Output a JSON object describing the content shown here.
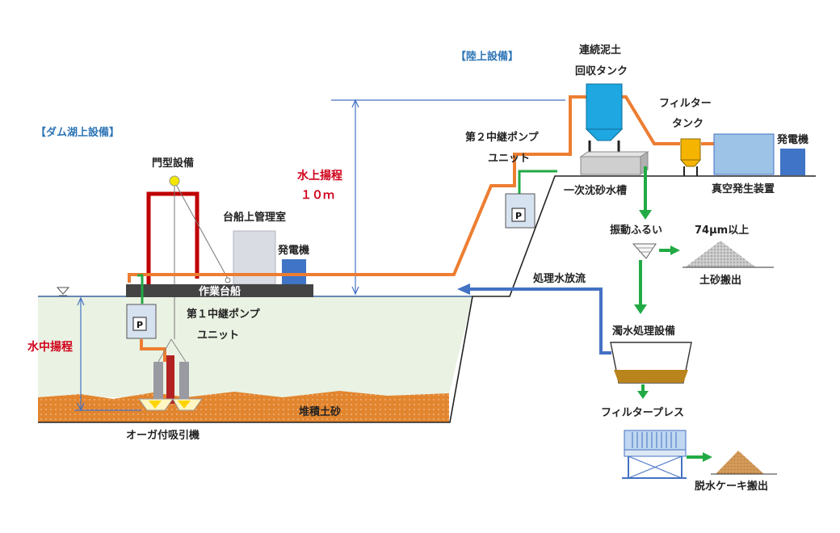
{
  "headings": {
    "dam_lake": "【ダム湖上設備】",
    "land": "【陸上設備】"
  },
  "labels": {
    "gate_frame": "門型設備",
    "barge_control_room": "台船上管理室",
    "generator_barge": "発電機",
    "work_barge": "作業台船",
    "pump1_line1": "第１中継ポンプ",
    "pump1_line2": "ユニット",
    "pump2_line1": "第２中継ポンプ",
    "pump2_line2": "ユニット",
    "pump_symbol": "P",
    "head_above_line1": "水上揚程",
    "head_above_line2": "１０ｍ",
    "head_under": "水中揚程",
    "sediment": "堆積土砂",
    "auger": "オーガ付吸引機",
    "continuous_tank_line1": "連続泥土",
    "continuous_tank_line2": "回収タンク",
    "filter_tank_line1": "フィルター",
    "filter_tank_line2": "タンク",
    "generator_land": "発電機",
    "primary_settling": "一次沈砂水槽",
    "vacuum_unit": "真空発生装置",
    "vibrating_screen": "振動ふるい",
    "over_74um": "74μm以上",
    "soil_out": "土砂搬出",
    "treated_water_discharge": "処理水放流",
    "turbid_treatment": "濁水処理設備",
    "filter_press": "フィルタープレス",
    "cake_out": "脱水ケーキ搬出"
  },
  "colors": {
    "pipe_orange": "#ED7D31",
    "pipe_green": "#22AA44",
    "water_blue": "#4472C4",
    "heading_blue": "#2E75B6",
    "head_red": "#D0021B",
    "lake_fill": "#EAF2E3",
    "sediment_fill": "#E2852F",
    "frame_red": "#C00000",
    "tank_cyan": "#1EA7E1",
    "generator_blue": "#3F74C6"
  },
  "icons": [
    "water-level-triangle-icon",
    "pump-icon",
    "down-arrow-icon",
    "right-arrow-icon",
    "left-arrow-icon"
  ]
}
